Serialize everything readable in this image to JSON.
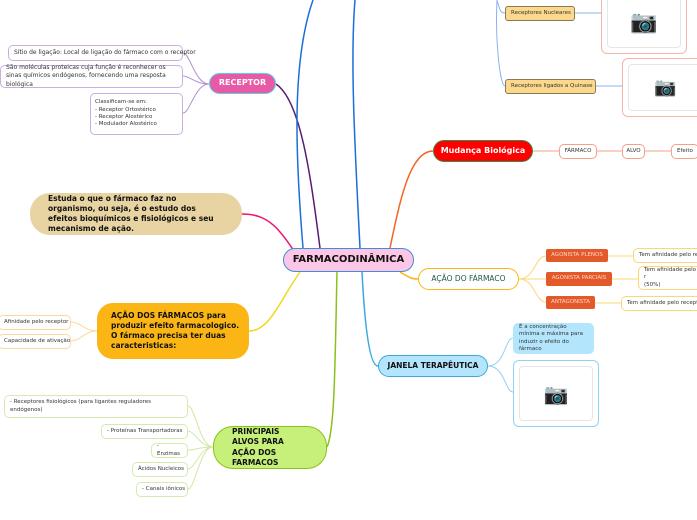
{
  "central": "FARMACODINÂMICA",
  "receptor": {
    "label": "RECEPTOR",
    "items": [
      "Sítio de ligação: Local de ligação do fármaco com o receptor",
      "São moléculas proteicas cuja função é reconhecer os sinas químicos endógenos, fornecendo uma resposta biológica",
      "Classificam-se em:\n- Receptor Ortostérico\n- Receptor Alostérico\n- Modulador Alostérico"
    ]
  },
  "definition": "Estuda o que o fármaco faz no organismo, ou seja, é o estudo dos efeitos bioquímicos e fisiológicos e seu mecanismo de ação.",
  "acao_dos_farmacos": {
    "label": "AÇÃO DOS FÁRMACOS para produzir efeito farmacologico. O fármaco precisa ter duas  caracteristicas:",
    "items": [
      "Afinidade pelo receptor",
      "Capacidade de ativação"
    ]
  },
  "alvos": {
    "label": "PRINCIPAIS ALVOS PARA AÇÃO DOS FARMACOS",
    "items": [
      "- Receptores fisiológicos (para ligantes reguladores endógenos)",
      "- Proteínas Transportadoras",
      "- Enzimas",
      "Ácidos Nucleicos",
      "- Canais iônicos"
    ]
  },
  "receptores_tipos": [
    "Receptores Nucleares",
    "Receptores ligados a Quinase"
  ],
  "mudanca": {
    "label": "Mudança Biológica",
    "chain": [
      "FÁRMACO",
      "ALVO",
      "Efeito"
    ]
  },
  "acao_do_farmaco": {
    "label": "AÇÃO DO FÁRMACO",
    "types": [
      "AGONISTA PLENOS",
      "AGONISTA PARCIAIS",
      "ANTAGONISTA"
    ],
    "notes": [
      "Tem afinidade pelo re",
      "Tem afinidade pelo r\n(50%)",
      "Tem afinidade pelo recept"
    ]
  },
  "janela": {
    "label": "JANELA TERAPÊUTICA",
    "note": "É a concentração mínima e máxima para induzir o efeito do fármaco"
  },
  "icons": {
    "image_placeholder": "camera-icon"
  }
}
